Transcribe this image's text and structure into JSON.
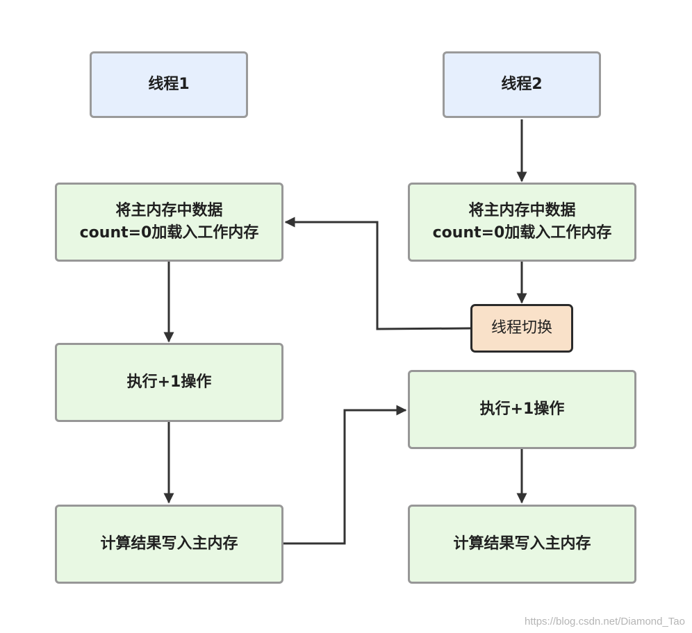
{
  "thread1": {
    "title": "线程1",
    "load_line1": "将主内存中数据",
    "load_line2": "count=0加载入工作内存",
    "execute": "执行+1操作",
    "write": "计算结果写入主内存"
  },
  "thread2": {
    "title": "线程2",
    "load_line1": "将主内存中数据",
    "load_line2": "count=0加载入工作内存",
    "switch": "线程切换",
    "execute": "执行+1操作",
    "write": "计算结果写入主内存"
  },
  "watermark": "https://blog.csdn.net/Diamond_Tao",
  "colors": {
    "header_fill": "#e6effd",
    "step_fill": "#e8f8e3",
    "switch_fill": "#f9e1c9",
    "border_gray": "#979797",
    "arrow": "#333333"
  }
}
